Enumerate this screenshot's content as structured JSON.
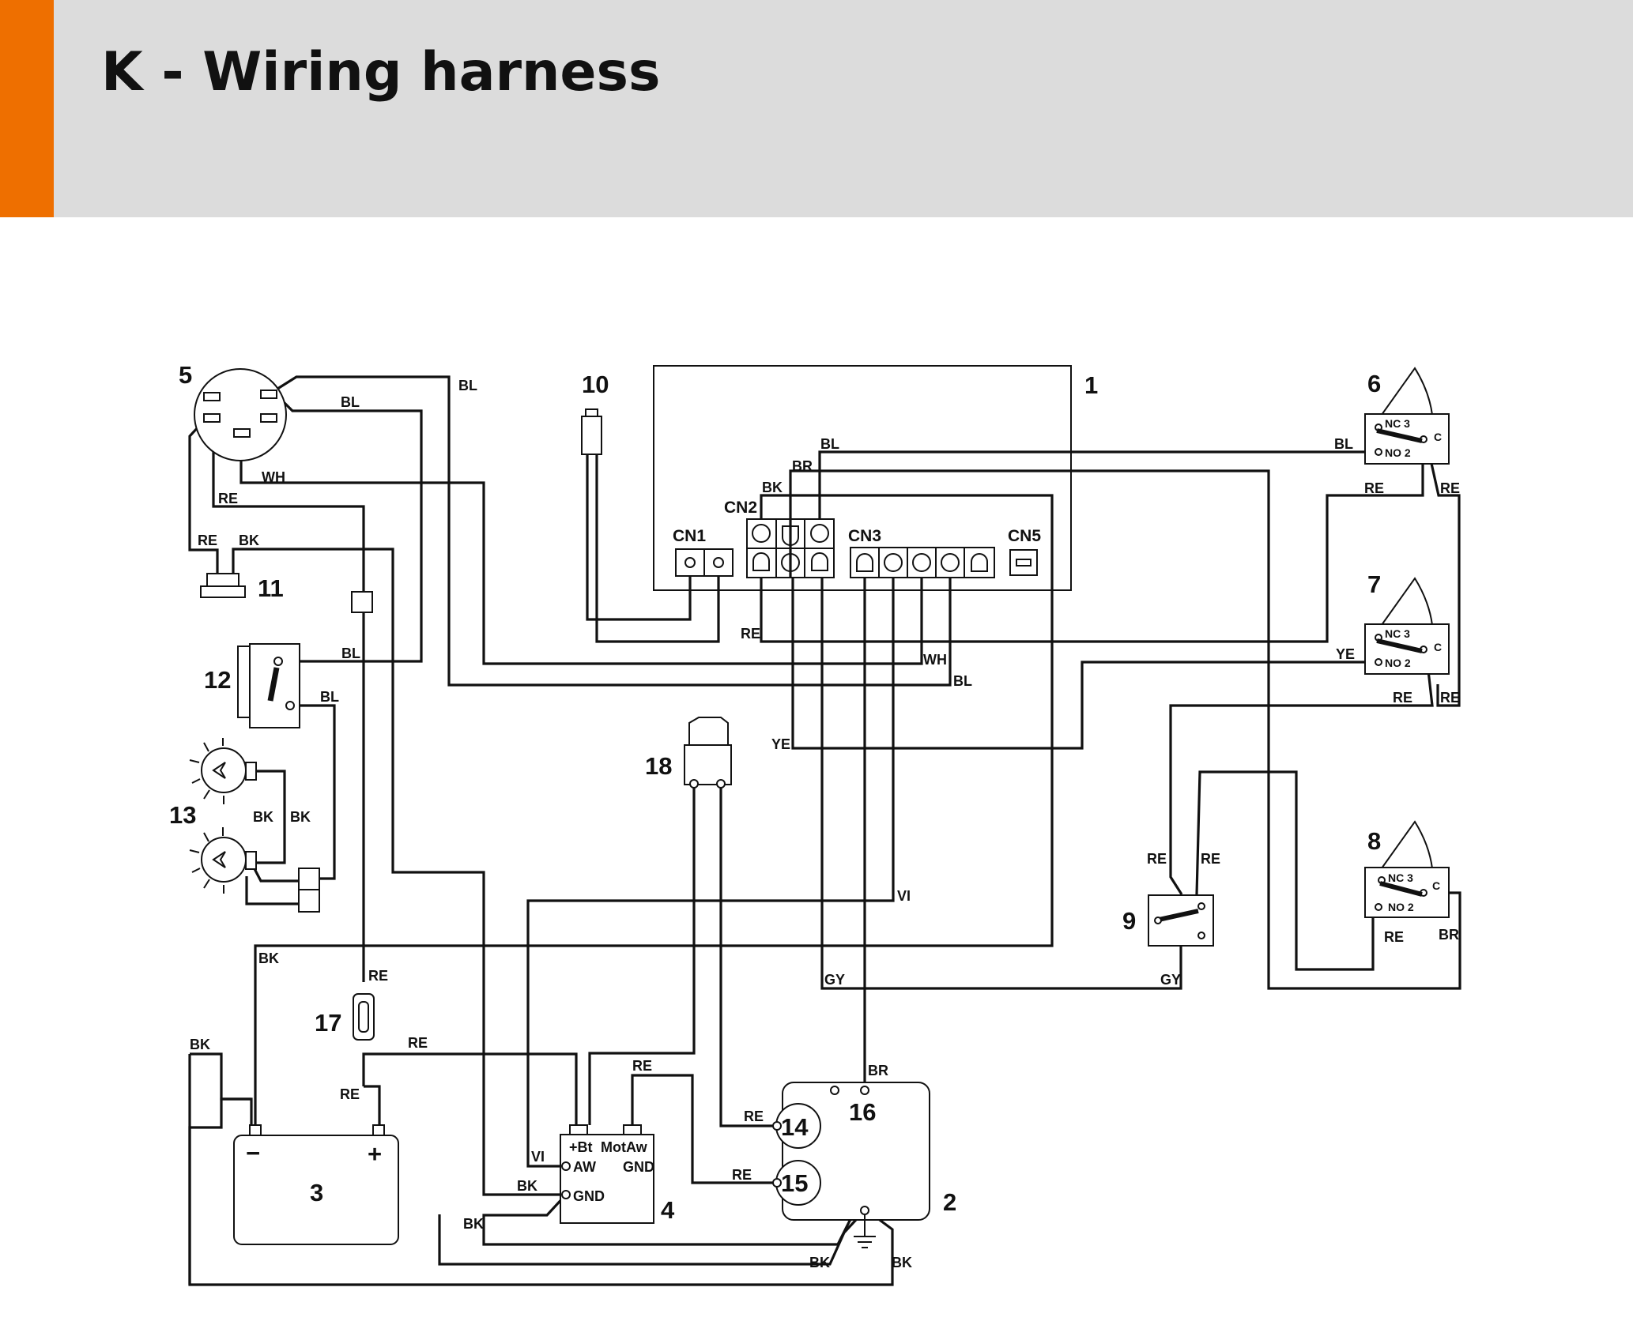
{
  "header": {
    "title": "K - Wiring harness",
    "accent_color": "#ee6f00",
    "background_color": "#dcdcdc"
  },
  "components": {
    "c1": "1",
    "c2": "2",
    "c3": "3",
    "c4": "4",
    "c5": "5",
    "c6": "6",
    "c7": "7",
    "c8": "8",
    "c9": "9",
    "c10": "10",
    "c11": "11",
    "c12": "12",
    "c13": "13",
    "c14": "14",
    "c15": "15",
    "c16": "16",
    "c17": "17",
    "c18": "18"
  },
  "connectors": {
    "cn1": "CN1",
    "cn2": "CN2",
    "cn3": "CN3",
    "cn5": "CN5"
  },
  "switch_labels": {
    "nc3": "NC 3",
    "no2": "NO 2",
    "c": "C"
  },
  "battery": {
    "minus": "−",
    "plus": "+"
  },
  "module4": {
    "bt": "+Bt",
    "motaw": "MotAw",
    "aw": "AW",
    "gnd_right": "GND",
    "gnd_left": "GND"
  },
  "wire_labels": {
    "bl_5_top": "BL",
    "bl_5_inner": "BL",
    "wh_5": "WH",
    "re_5": "RE",
    "re_11": "RE",
    "bk_11": "BK",
    "bl_12_top": "BL",
    "bl_12_bottom": "BL",
    "bk_13_a": "BK",
    "bk_13_b": "BK",
    "bl_cn2": "BL",
    "br_cn2": "BR",
    "bk_cn2": "BK",
    "re_cn2": "RE",
    "wh_cn3": "WH",
    "bl_cn3": "BL",
    "ye_left": "YE",
    "vi_cn3": "VI",
    "gy_left": "GY",
    "gy_9": "GY",
    "bl_6": "BL",
    "re_6_left": "RE",
    "re_6_right": "RE",
    "ye_7": "YE",
    "re_7_left": "RE",
    "re_7_right": "RE",
    "re_9_left": "RE",
    "re_9_right": "RE",
    "re_8": "RE",
    "br_8": "BR",
    "bk_batt_neg": "BK",
    "re_17_top": "RE",
    "re_17_bottom": "RE",
    "re_bt": "RE",
    "bk_left": "BK",
    "re_motaw": "RE",
    "vi_aw": "VI",
    "bk_gnd": "BK",
    "bk_gnd2": "BK",
    "re_14": "RE",
    "re_15": "RE",
    "br_16": "BR",
    "bk_bottom_a": "BK",
    "bk_bottom_b": "BK"
  }
}
